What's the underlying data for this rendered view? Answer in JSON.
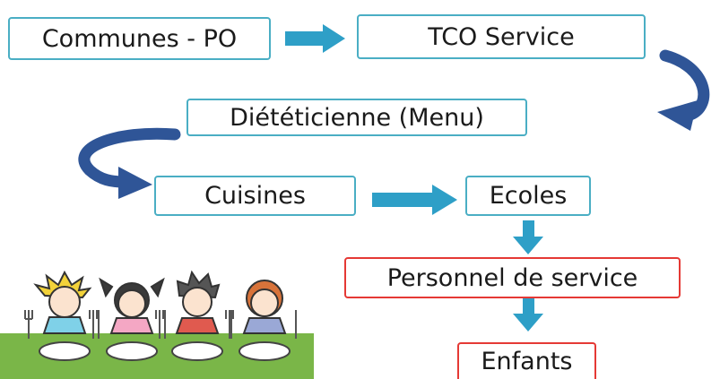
{
  "diagram": {
    "nodes": {
      "communes": "Communes - PO",
      "tco": "TCO Service",
      "dieteticienne": "Diététicienne (Menu)",
      "cuisines": "Cuisines",
      "ecoles": "Ecoles",
      "personnel": "Personnel de service",
      "enfants": "Enfants"
    },
    "colors": {
      "box_border": "#4aaec4",
      "box_border_highlight": "#e53935",
      "arrow": "#2e9fc7",
      "curved_arrow": "#2f5597",
      "table": "#7ab648"
    },
    "illustration": "children-eating-at-table-icon"
  }
}
